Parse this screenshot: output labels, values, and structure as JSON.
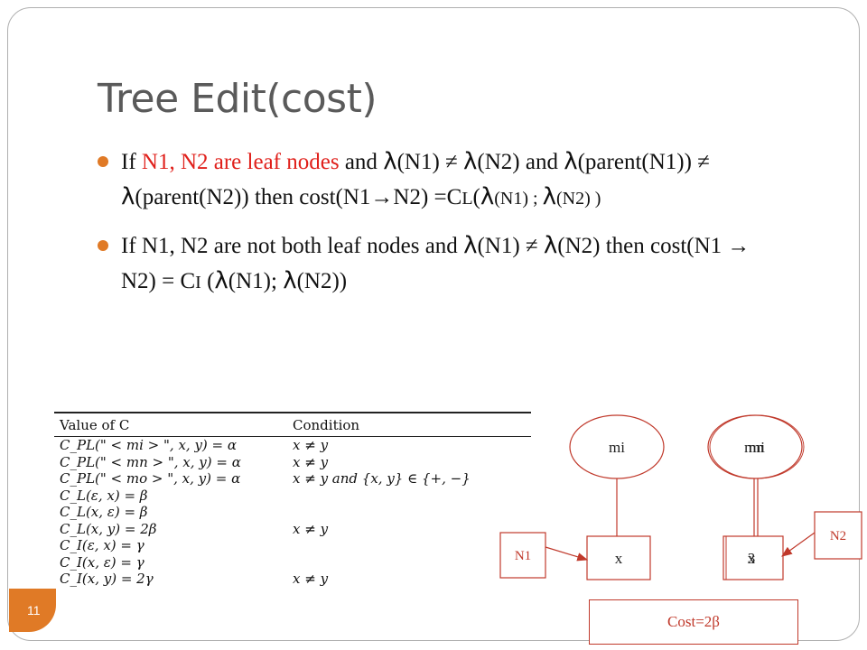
{
  "slide": {
    "title": "Tree Edit(cost)",
    "number": "11",
    "bullets": [
      {
        "parts": [
          "If ",
          "N1, N2 are leaf nodes",
          " and ",
          "λ",
          "(N1) ≠ ",
          "λ",
          "(N2) and ",
          "λ",
          "(parent(N1)) ≠ ",
          "λ",
          "(parent(N2)) then cost(N1→N2) =C",
          "L",
          "(",
          "λ",
          "(N1) ; ",
          "λ",
          "(N2) )"
        ]
      },
      {
        "parts": [
          "If N1, N2 are not both leaf nodes and ",
          "λ",
          "(N1) ≠ ",
          "λ",
          "(N2) then cost(N1 → N2) = C",
          "I",
          " (",
          "λ",
          "(N1); ",
          "λ",
          "(N2))"
        ]
      }
    ],
    "table": {
      "headers": [
        "Value of C",
        "Condition"
      ],
      "rows": [
        [
          "C_PL(\" < mi > \", x, y) = α",
          "x ≠ y"
        ],
        [
          "C_PL(\" < mn > \", x, y) = α",
          "x ≠ y"
        ],
        [
          "C_PL(\" < mo > \", x, y) = α",
          "x ≠ y and {x, y} ∈ {+, −}"
        ],
        [
          "C_L(ε, x) = β",
          ""
        ],
        [
          "C_L(x, ε) = β",
          ""
        ],
        [
          "C_L(x, y) = 2β",
          "x ≠ y"
        ],
        [
          "C_I(ε, x) = γ",
          ""
        ],
        [
          "C_I(x, ε) = γ",
          ""
        ],
        [
          "C_I(x, y) = 2γ",
          "x ≠ y"
        ]
      ]
    },
    "diagram": {
      "left_tree": {
        "parent": "mi",
        "leaf": "x"
      },
      "right_tree": {
        "parent_overlap": [
          "mn",
          "mi"
        ],
        "leaf_overlap": [
          "3",
          "x"
        ]
      },
      "n1_label": "N1",
      "n2_label": "N2",
      "cost_label": "Cost=2β"
    },
    "colors": {
      "accent": "#e07a26",
      "red": "#e0201b",
      "diagram_red": "#c0392b"
    }
  }
}
